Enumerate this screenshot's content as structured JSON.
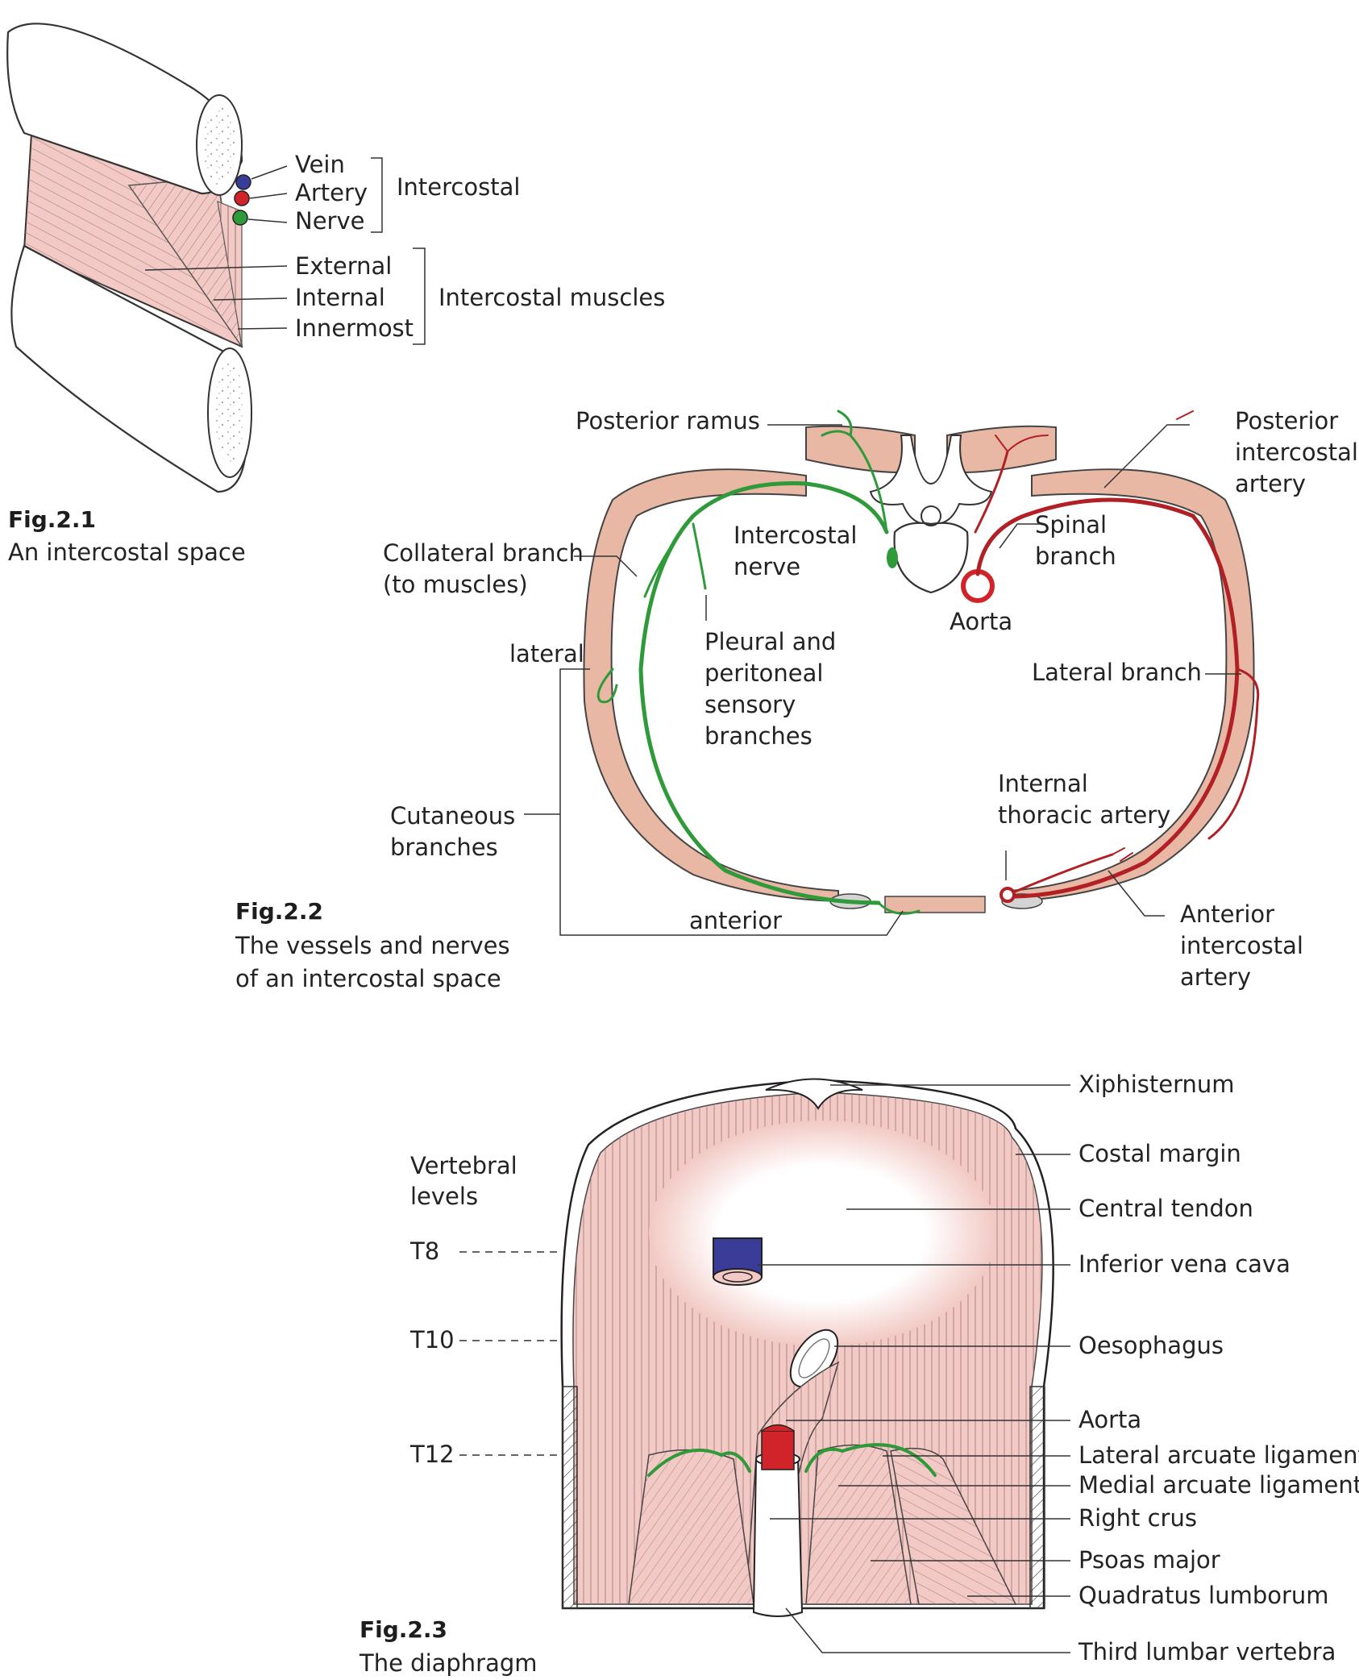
{
  "fig1": {
    "number": "Fig.2.1",
    "caption": "An intercostal space",
    "labels": {
      "vein": "Vein",
      "artery": "Artery",
      "nerve": "Nerve",
      "intercostal": "Intercostal",
      "external": "External",
      "internal": "Internal",
      "innermost": "Innermost",
      "intercostal_muscles": "Intercostal muscles"
    }
  },
  "fig2": {
    "number": "Fig.2.2",
    "caption_line1": "The vessels and nerves",
    "caption_line2": "of an intercostal space",
    "labels": {
      "posterior_ramus": "Posterior ramus",
      "posterior_intercostal_artery_1": "Posterior",
      "posterior_intercostal_artery_2": "intercostal",
      "posterior_intercostal_artery_3": "artery",
      "collateral_branch_1": "Collateral branch",
      "collateral_branch_2": "(to muscles)",
      "intercostal_nerve_1": "Intercostal",
      "intercostal_nerve_2": "nerve",
      "spinal_branch_1": "Spinal",
      "spinal_branch_2": "branch",
      "aorta": "Aorta",
      "lateral": "lateral",
      "pleural_1": "Pleural and",
      "pleural_2": "peritoneal",
      "pleural_3": "sensory",
      "pleural_4": "branches",
      "lateral_branch": "Lateral branch",
      "internal_thoracic_1": "Internal",
      "internal_thoracic_2": "thoracic artery",
      "cutaneous_1": "Cutaneous",
      "cutaneous_2": "branches",
      "anterior": "anterior",
      "anterior_intercostal_1": "Anterior",
      "anterior_intercostal_2": "intercostal",
      "anterior_intercostal_3": "artery"
    }
  },
  "fig3": {
    "number": "Fig.2.3",
    "caption": "The  diaphragm",
    "labels": {
      "vertebral_levels_1": "Vertebral",
      "vertebral_levels_2": "levels",
      "t8": "T8",
      "t10": "T10",
      "t12": "T12",
      "xiphisternum": "Xiphisternum",
      "costal_margin": "Costal margin",
      "central_tendon": "Central tendon",
      "ivc": "Inferior vena cava",
      "oesophagus": "Oesophagus",
      "aorta": "Aorta",
      "lateral_arcuate": "Lateral arcuate ligament",
      "medial_arcuate": "Medial arcuate ligament",
      "right_crus": "Right crus",
      "psoas": "Psoas major",
      "quadratus": "Quadratus lumborum",
      "third_lumbar": "Third lumbar vertebra"
    }
  },
  "colors": {
    "muscle": "#f2c9c4",
    "muscle_line": "#a98a86",
    "vein": "#3b3b98",
    "artery": "#d0242a",
    "nerve": "#2e9a3a",
    "bone_fill": "#ffffff",
    "rib_flesh": "#e8b8a4"
  }
}
